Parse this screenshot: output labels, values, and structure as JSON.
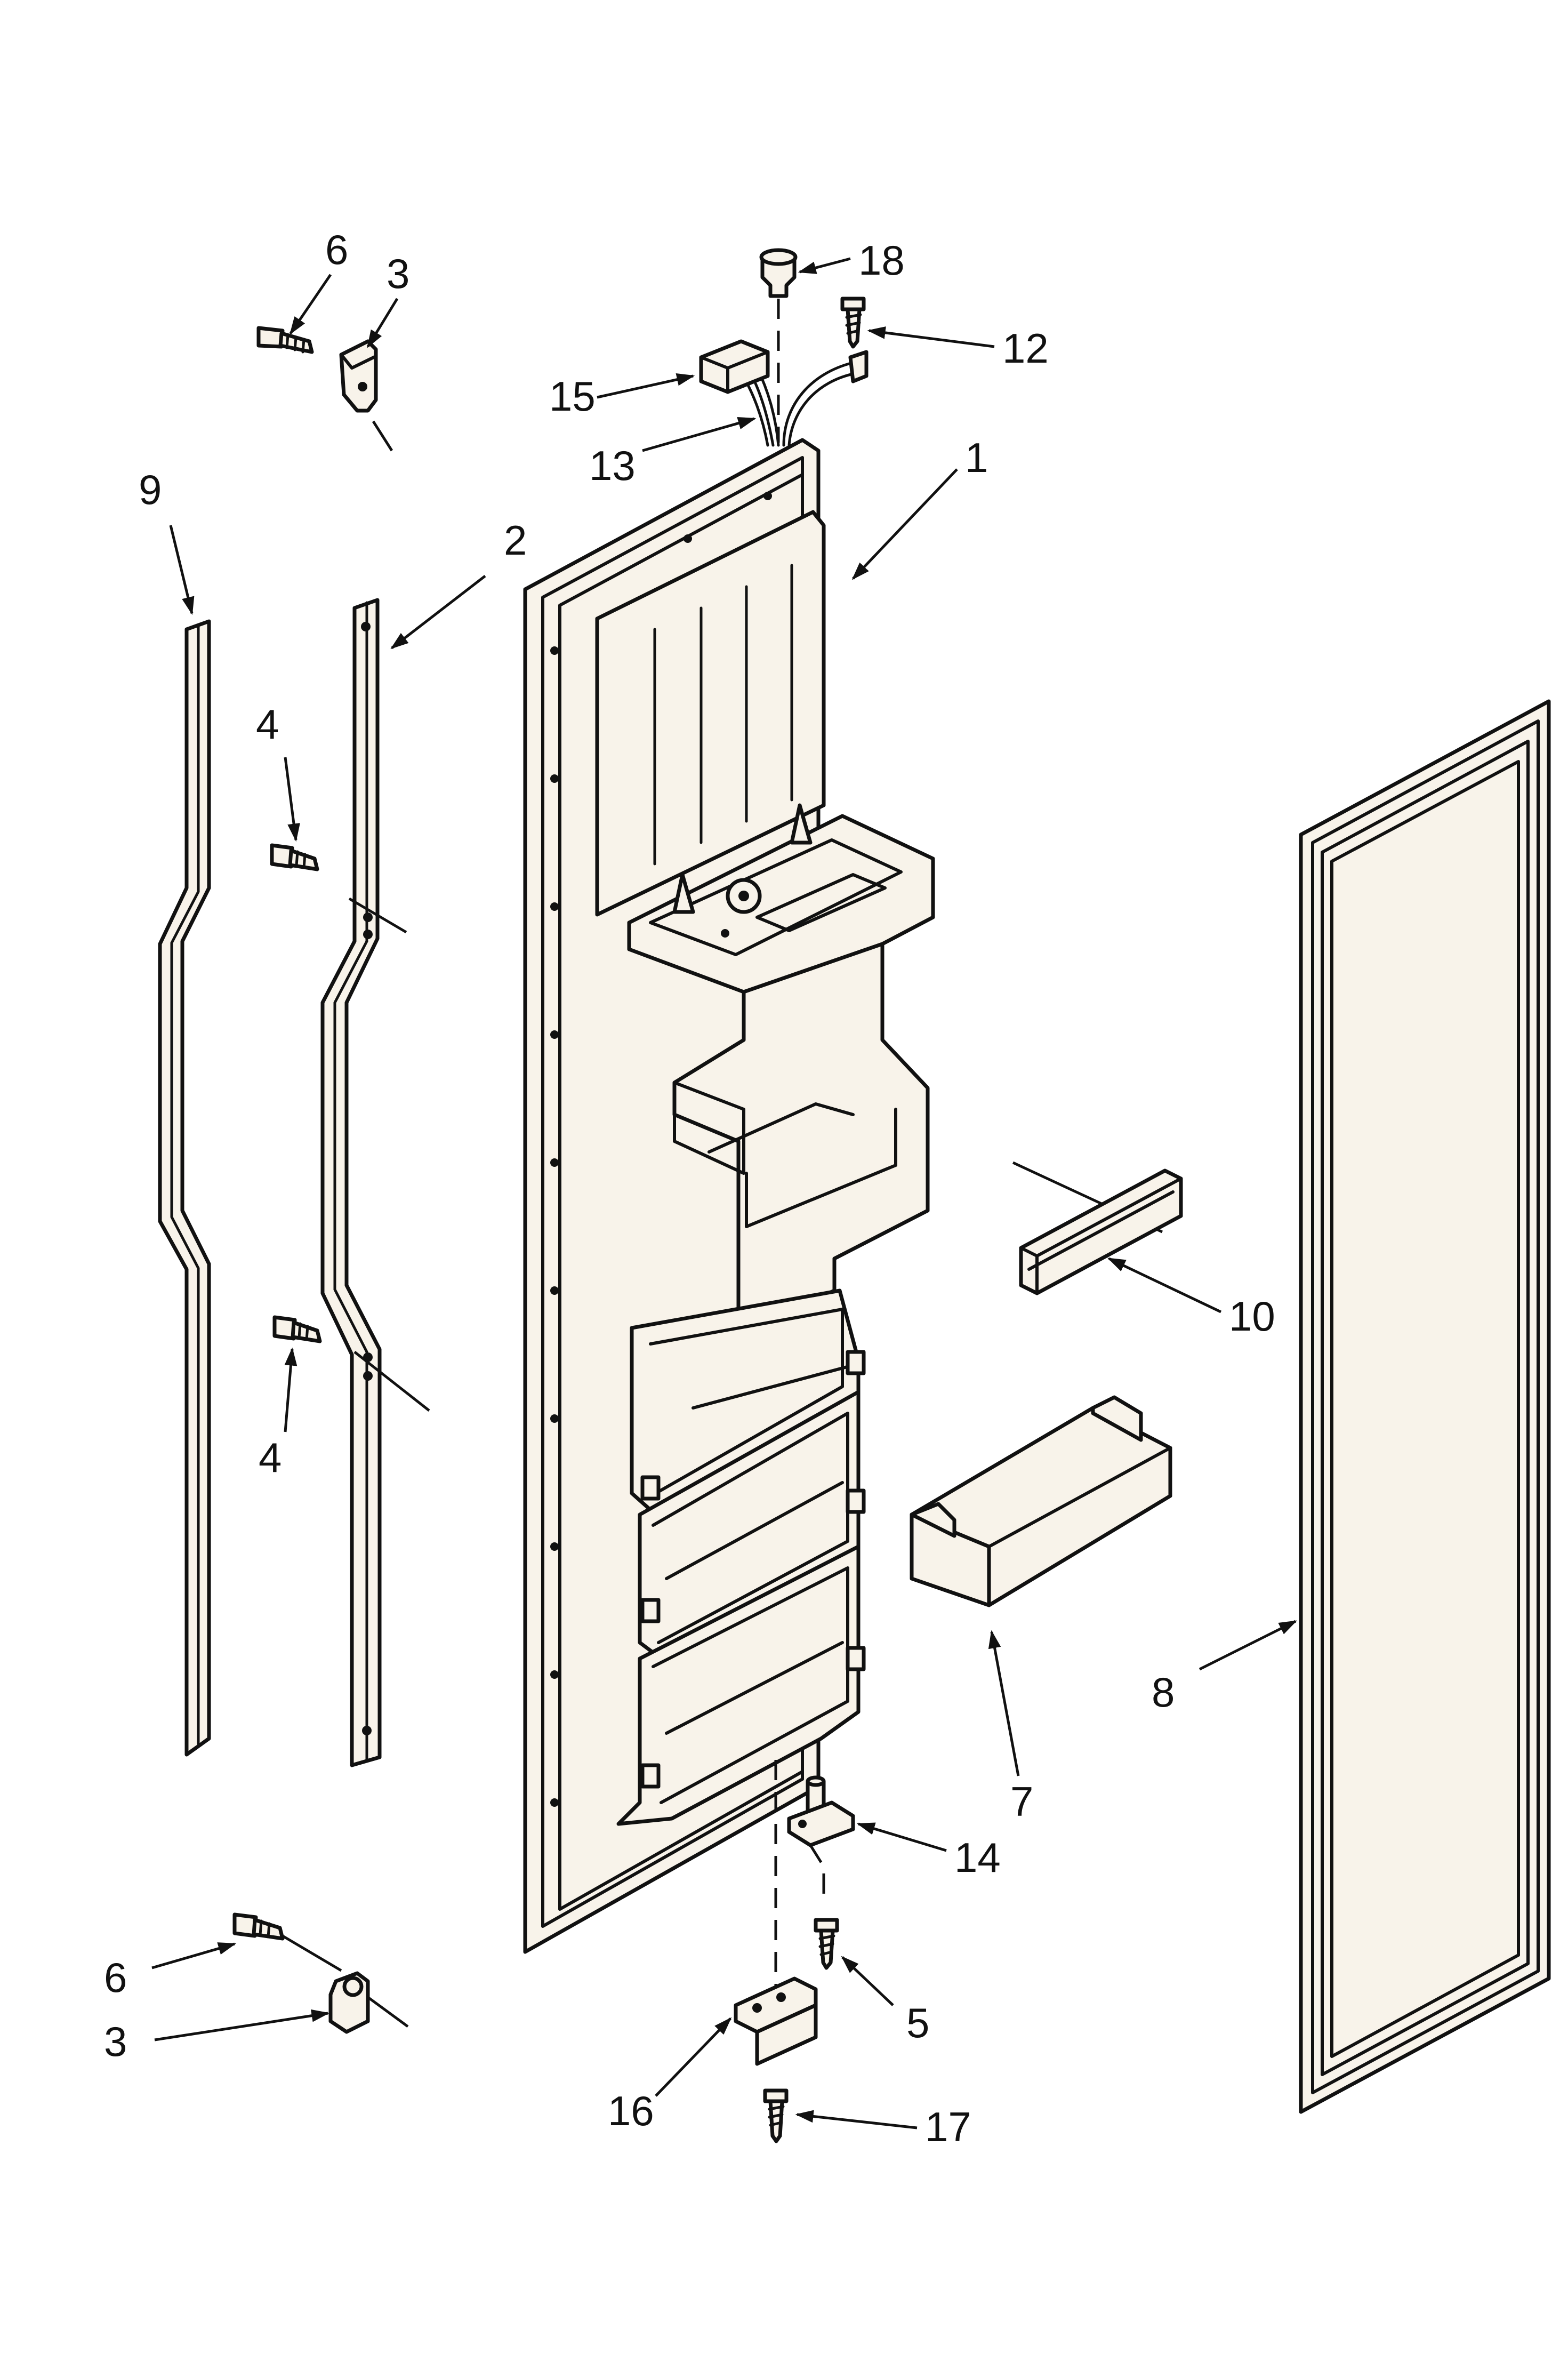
{
  "callouts": [
    {
      "id": "c1",
      "label": "1"
    },
    {
      "id": "c2",
      "label": "2"
    },
    {
      "id": "c3a",
      "label": "3"
    },
    {
      "id": "c3b",
      "label": "3"
    },
    {
      "id": "c4a",
      "label": "4"
    },
    {
      "id": "c4b",
      "label": "4"
    },
    {
      "id": "c5",
      "label": "5"
    },
    {
      "id": "c6a",
      "label": "6"
    },
    {
      "id": "c6b",
      "label": "6"
    },
    {
      "id": "c7",
      "label": "7"
    },
    {
      "id": "c8",
      "label": "8"
    },
    {
      "id": "c9",
      "label": "9"
    },
    {
      "id": "c10",
      "label": "10"
    },
    {
      "id": "c12",
      "label": "12"
    },
    {
      "id": "c13",
      "label": "13"
    },
    {
      "id": "c14",
      "label": "14"
    },
    {
      "id": "c15",
      "label": "15"
    },
    {
      "id": "c16",
      "label": "16"
    },
    {
      "id": "c17",
      "label": "17"
    },
    {
      "id": "c18",
      "label": "18"
    }
  ]
}
